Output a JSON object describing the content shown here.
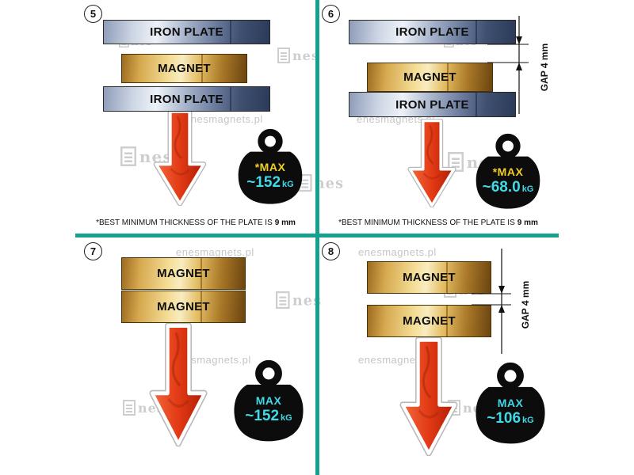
{
  "colors": {
    "divider": "#14a18d",
    "arrow_red": "#e23a15",
    "max_yellow": "#f2cf25",
    "value_cyan": "#3fd9e8",
    "iron_plate_blue": "#7e8fae",
    "magnet_gold": "#e2b45a",
    "watermark_gray": "#c6c6c6"
  },
  "watermarks": {
    "text": "enesmagnets.pl",
    "logo_text": "nes"
  },
  "panels": {
    "p5": {
      "number": "5",
      "top_plate": "IRON PLATE",
      "magnet": "MAGNET",
      "bottom_plate": "IRON PLATE",
      "weight": {
        "max": "*MAX",
        "value": "~152",
        "unit": "kG"
      },
      "note_text": "*BEST MINIMUM THICKNESS OF THE PLATE IS",
      "note_bold": "9 mm"
    },
    "p6": {
      "number": "6",
      "top_plate": "IRON PLATE",
      "magnet": "MAGNET",
      "bottom_plate": "IRON PLATE",
      "gap_label": "GAP 4 mm",
      "weight": {
        "max": "*MAX",
        "value": "~68.0",
        "unit": "kG"
      },
      "note_text": "*BEST MINIMUM THICKNESS OF THE PLATE IS",
      "note_bold": "9 mm"
    },
    "p7": {
      "number": "7",
      "top_magnet": "MAGNET",
      "bottom_magnet": "MAGNET",
      "weight": {
        "max": "MAX",
        "value": "~152",
        "unit": "kG"
      }
    },
    "p8": {
      "number": "8",
      "top_magnet": "MAGNET",
      "bottom_magnet": "MAGNET",
      "gap_label": "GAP 4 mm",
      "weight": {
        "max": "MAX",
        "value": "~106",
        "unit": "kG"
      }
    }
  }
}
